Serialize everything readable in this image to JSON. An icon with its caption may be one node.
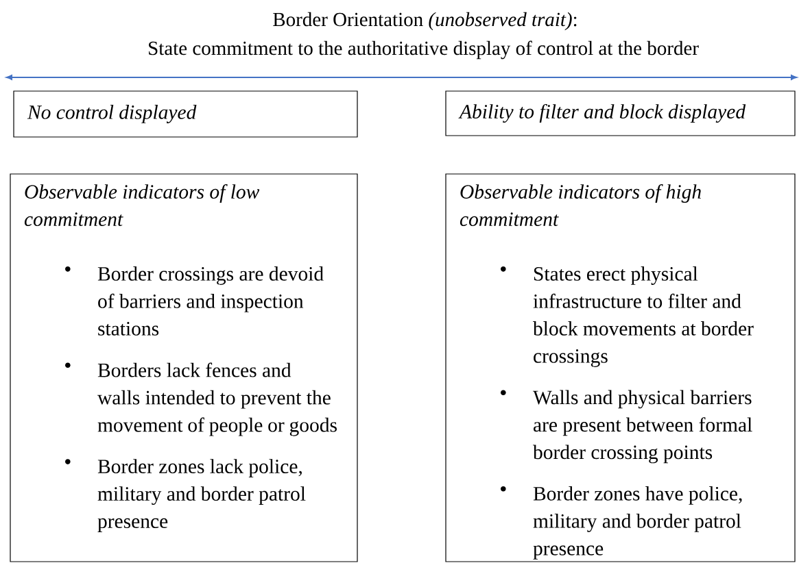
{
  "diagram": {
    "title": "Border Orientation *(unobserved trait)*:",
    "nodes": [
      {
        "text": [
          "No control displayed"
        ]
      },
      {
        "text": [
          "Ability to filter and block displayed"
        ]
      },
      {
        "text": [
          "Observable indicators of low commitment",
          "Border crossings are devoid of barriers and inspection stations",
          "Borders lack fences and walls intended to prevent the movement of people or goods",
          "Border zones lack police, military and border patrol presence"
        ]
      },
      {
        "text": [
          "Observable indicators of high commitment",
          "States erect physical infrastructure to filter and block movements at border crossings",
          "Walls and physical barriers are present between formal border crossing points",
          "Border zones have police, military and border patrol presence"
        ]
      }
    ],
    "labels": [
      "State commitment to the authoritative display of control at the border"
    ]
  }
}
